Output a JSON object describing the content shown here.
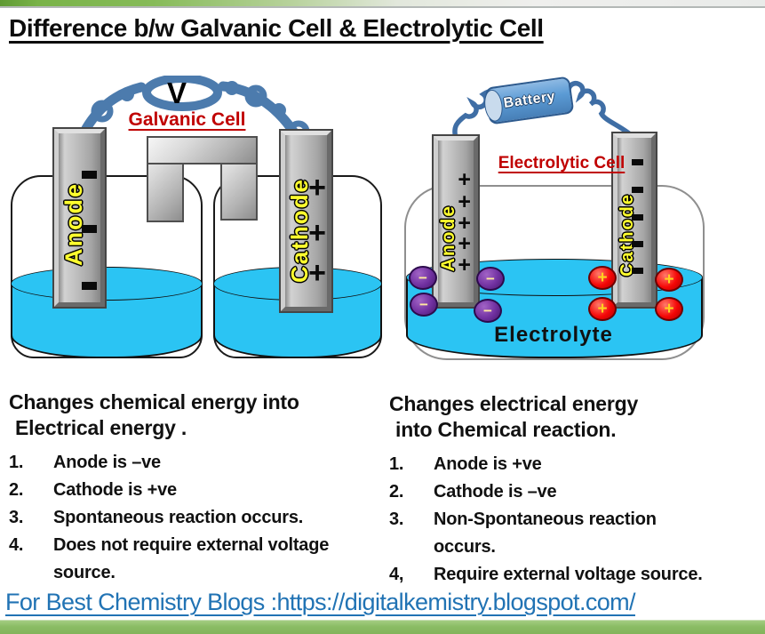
{
  "page": {
    "title": "Difference b/w Galvanic Cell & Electrolytic Cell",
    "footer_link": "For Best Chemistry Blogs  :https://digitalkemistry.blogspot.com/"
  },
  "colors": {
    "label_red": "#C00000",
    "liquid_cyan": "#2BC4F3",
    "wire_blue": "#4C7BAD",
    "battery_blue": "#5B9BD5",
    "electrode_gray": "#B0B0B0",
    "electrode_text_yellow": "#FFFF2E",
    "anion_purple": "#7030A0",
    "cation_red": "#FF0000",
    "footer_blue": "#2173B4",
    "bar_green": "#8ABC64"
  },
  "galvanic": {
    "label": "Galvanic Cell",
    "voltmeter": "V",
    "anode_label": "Anode",
    "cathode_label": "Cathode",
    "anode_signs": [
      "-",
      "-",
      "-"
    ],
    "cathode_signs": [
      "+",
      "+",
      "+"
    ],
    "description": {
      "heading_line1": "Changes chemical energy into",
      "heading_line2": "Electrical energy .",
      "items": [
        {
          "num": "1.",
          "text": "Anode is –ve"
        },
        {
          "num": "2.",
          "text": "Cathode is +ve"
        },
        {
          "num": "3.",
          "text": "Spontaneous reaction occurs."
        },
        {
          "num": "4.",
          "text": "Does not require external voltage source."
        }
      ]
    }
  },
  "electrolytic": {
    "label": "Electrolytic Cell",
    "battery_label": "Battery",
    "electrolyte_label": "Electrolyte",
    "anode_label": "Anode",
    "cathode_label": "Cathode",
    "anode_signs": [
      "+",
      "+",
      "+",
      "+",
      "+"
    ],
    "cathode_signs": [
      "-",
      "-",
      "-",
      "-",
      "-"
    ],
    "anion_symbol": "−",
    "cation_symbol": "+",
    "description": {
      "heading_line1": "Changes electrical energy",
      "heading_line2": "into Chemical reaction.",
      "items": [
        {
          "num": "1.",
          "text": "Anode is +ve"
        },
        {
          "num": "2.",
          "text": "Cathode is –ve"
        },
        {
          "num": "3.",
          "text": "Non-Spontaneous reaction occurs."
        },
        {
          "num": "4,",
          "text": "Require external voltage source."
        }
      ]
    }
  }
}
